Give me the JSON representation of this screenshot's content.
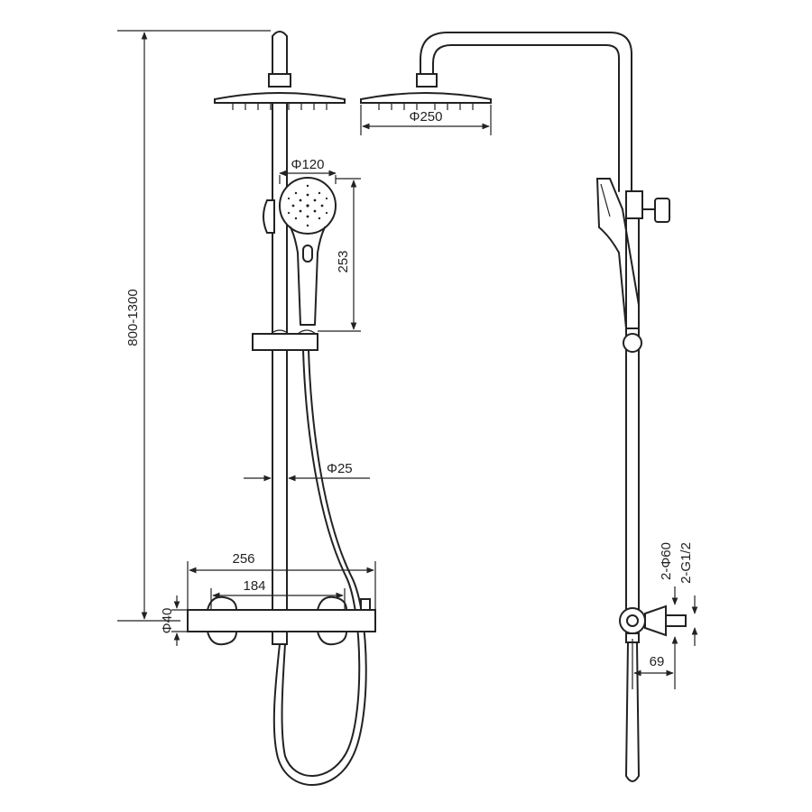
{
  "dimensions": {
    "height_range": "800-1300",
    "head_diameter": "Φ250",
    "hand_diameter": "Φ120",
    "hand_height": "253",
    "rail_diameter": "Φ25",
    "body_width": "256",
    "centers": "184",
    "body_diameter": "Φ40",
    "eccentric_diameter": "2-Φ60",
    "thread": "2-G1/2",
    "offset": "69"
  }
}
